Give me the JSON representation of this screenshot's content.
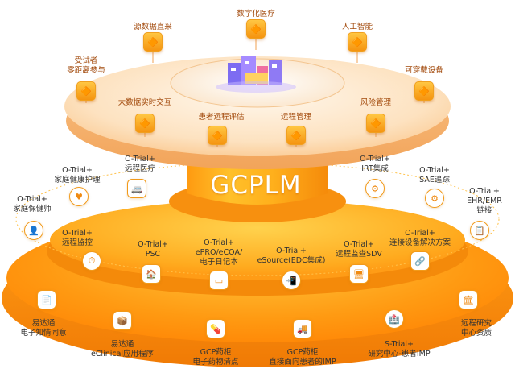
{
  "center_title": "GCPLM",
  "icons": {
    "remote_consent": "📝",
    "econsent": "📄",
    "eclinical": "📦",
    "drug_inventory": "💊",
    "patient_imp": "🚚",
    "site_imp": "🏥",
    "remote_site": "🏛",
    "remote_medical": "🚐",
    "family_doctor": "♥",
    "family_physician": "👤",
    "irt": "⚙",
    "sae": "⚙",
    "ehr": "📋",
    "remote_monitor": "⏱",
    "psc": "🏠",
    "epro": "▭",
    "esource": "📲",
    "sdv": "🖥",
    "device": "🔗",
    "data_source": "🔶",
    "digital_medicine": "🔶",
    "ai": "🔶",
    "participant": "🔶",
    "wearable": "🔶",
    "big_data": "🔶",
    "patient_eval": "🔶",
    "risk": "🔶",
    "remote_mgmt": "🔶"
  },
  "top_ring": {
    "data_source": "源数据直采",
    "digital_medicine": "数字化医疗",
    "ai": "人工智能",
    "participant_line1": "受试者",
    "participant_line2": "零距离参与",
    "wearable": "可穿戴设备",
    "big_data": "大数据实时交互",
    "patient_eval": "患者远程评估",
    "remote_mgmt": "远程管理",
    "risk": "风险管理"
  },
  "middle_ring": {
    "remote_medical_line1": "O-Trial+",
    "remote_medical_line2": "远程医疗",
    "family_doctor_line1": "O-Trial+",
    "family_doctor_line2": "家庭健康护理",
    "family_physician_line1": "O-Trial+",
    "family_physician_line2": "家庭保健师",
    "irt_line1": "O-Trial+",
    "irt_line2": "IRT集成",
    "sae_line1": "O-Trial+",
    "sae_line2": "SAE追踪",
    "ehr_line1": "O-Trial+",
    "ehr_line2": "EHR/EMR",
    "ehr_line3": "链接",
    "remote_monitor_line1": "O-Trial+",
    "remote_monitor_line2": "远程监控",
    "psc_line1": "O-Trial+",
    "psc_line2": "PSC",
    "epro_line1": "O-Trial+",
    "epro_line2": "ePRO/eCOA/",
    "epro_line3": "电子日记本",
    "esource_line1": "O-Trial+",
    "esource_line2": "eSource(EDC集成)",
    "sdv_line1": "O-Trial+",
    "sdv_line2": "远程监查SDV",
    "device_line1": "O-Trial+",
    "device_line2": "连接设备解决方案"
  },
  "bottom_ring": {
    "econsent_line1": "易达通",
    "econsent_line2": "电子知情同意",
    "eclinical_line1": "易达通",
    "eclinical_line2": "eClinical应用程序",
    "drug_line1": "GCP药柜",
    "drug_line2": "电子药物清点",
    "patient_imp_line1": "GCP药柜",
    "patient_imp_line2": "直接面向患者的IMP",
    "site_imp_line1": "S-Trial+",
    "site_imp_line2": "研究中心-患者IMP",
    "remote_site_line1": "远程研究",
    "remote_site_line2": "中心资质"
  }
}
